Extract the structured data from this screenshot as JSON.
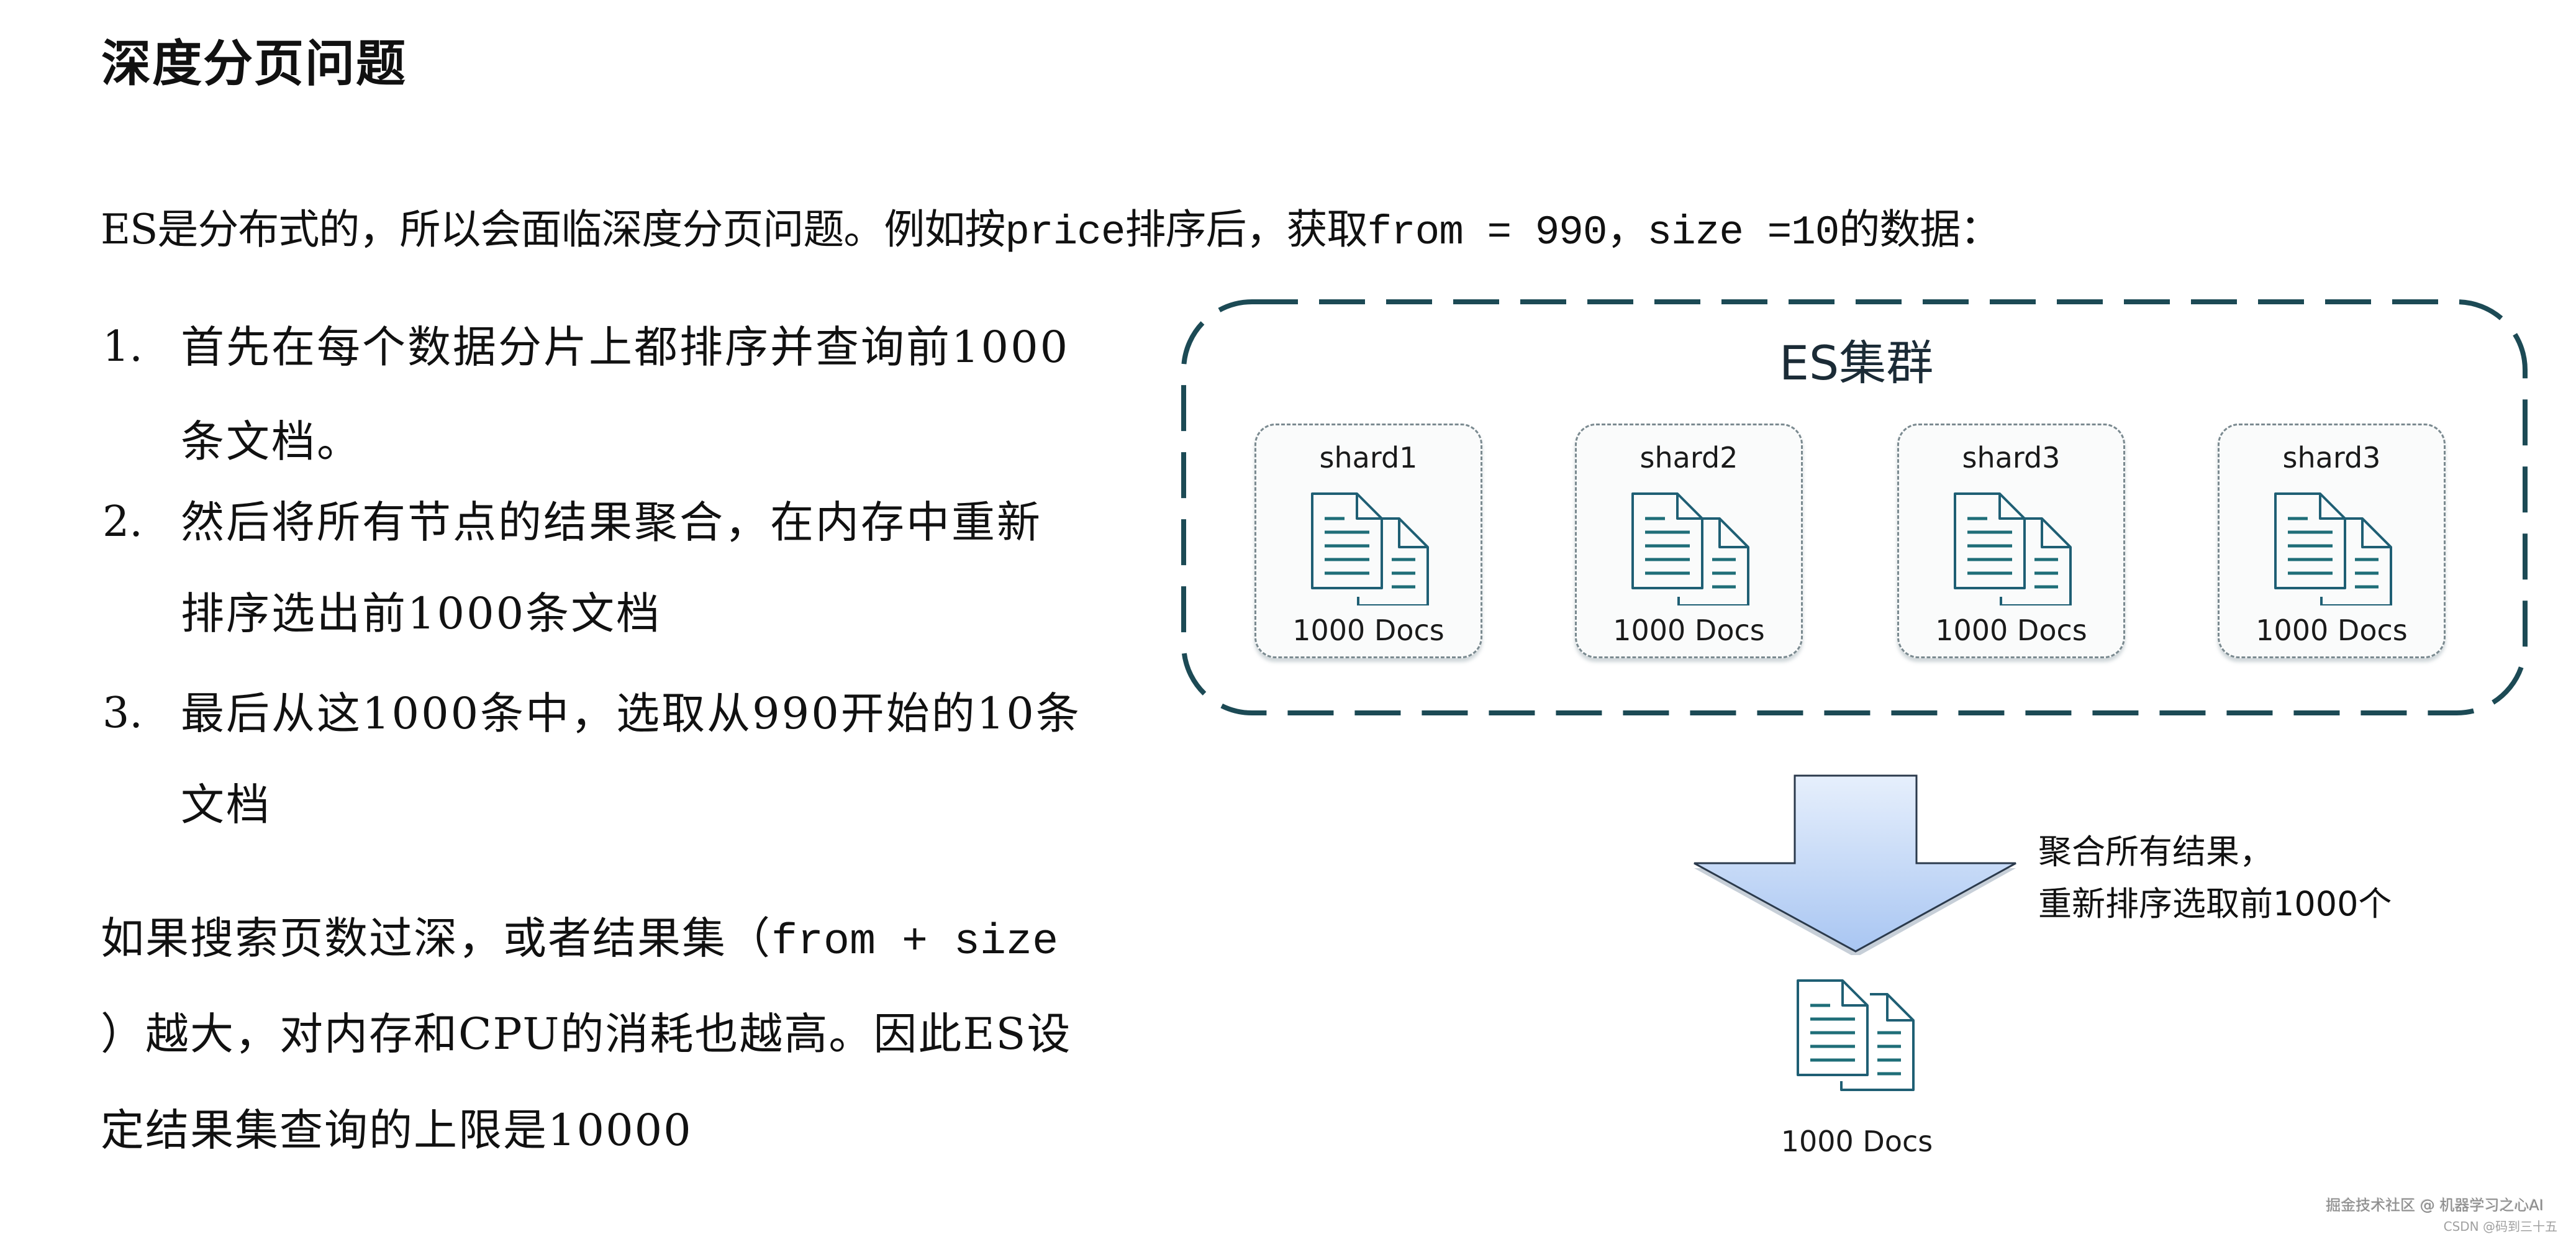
{
  "title": "深度分页问题",
  "intro": {
    "part1": "ES是分布式的，所以会面临深度分页问题。例如按",
    "code1": "price",
    "part2": "排序后，获取",
    "code2": "from = 990",
    "part3": "，",
    "code3": "size =10",
    "part4": "的数据："
  },
  "steps": [
    {
      "number": "1.",
      "lines": [
        "首先在每个数据分片上都排序并查询前1000",
        "条文档。"
      ]
    },
    {
      "number": "2.",
      "lines": [
        "然后将所有节点的结果聚合，在内存中重新",
        "排序选出前1000条文档"
      ]
    },
    {
      "number": "3.",
      "lines": [
        "最后从这1000条中，选取从990开始的10条",
        "文档"
      ]
    }
  ],
  "conclusion": {
    "line1_a": "如果搜索页数过深，或者结果集（",
    "line1_code": "from + size",
    "line2": "）越大，对内存和CPU的消耗也越高。因此ES设",
    "line3": "定结果集查询的上限是10000"
  },
  "diagram": {
    "cluster_label": "ES集群",
    "shards": [
      {
        "name": "shard1",
        "docs": "1000 Docs"
      },
      {
        "name": "shard2",
        "docs": "1000 Docs"
      },
      {
        "name": "shard3",
        "docs": "1000 Docs"
      },
      {
        "name": "shard3",
        "docs": "1000 Docs"
      }
    ],
    "arrow_caption": [
      "聚合所有结果，",
      "重新排序选取前1000个"
    ],
    "result_docs": "1000 Docs",
    "colors": {
      "cluster_border": "#1c4a55",
      "shard_border": "#7b8a90",
      "doc_icon": "#1f5f74",
      "arrow_fill_top": "#e6effc",
      "arrow_fill_bottom": "#a9c6f2",
      "arrow_stroke": "#2b3a4c"
    }
  },
  "watermark": {
    "line1": "掘金技术社区 @ 机器学习之心AI",
    "line2": "CSDN @码到三十五"
  }
}
